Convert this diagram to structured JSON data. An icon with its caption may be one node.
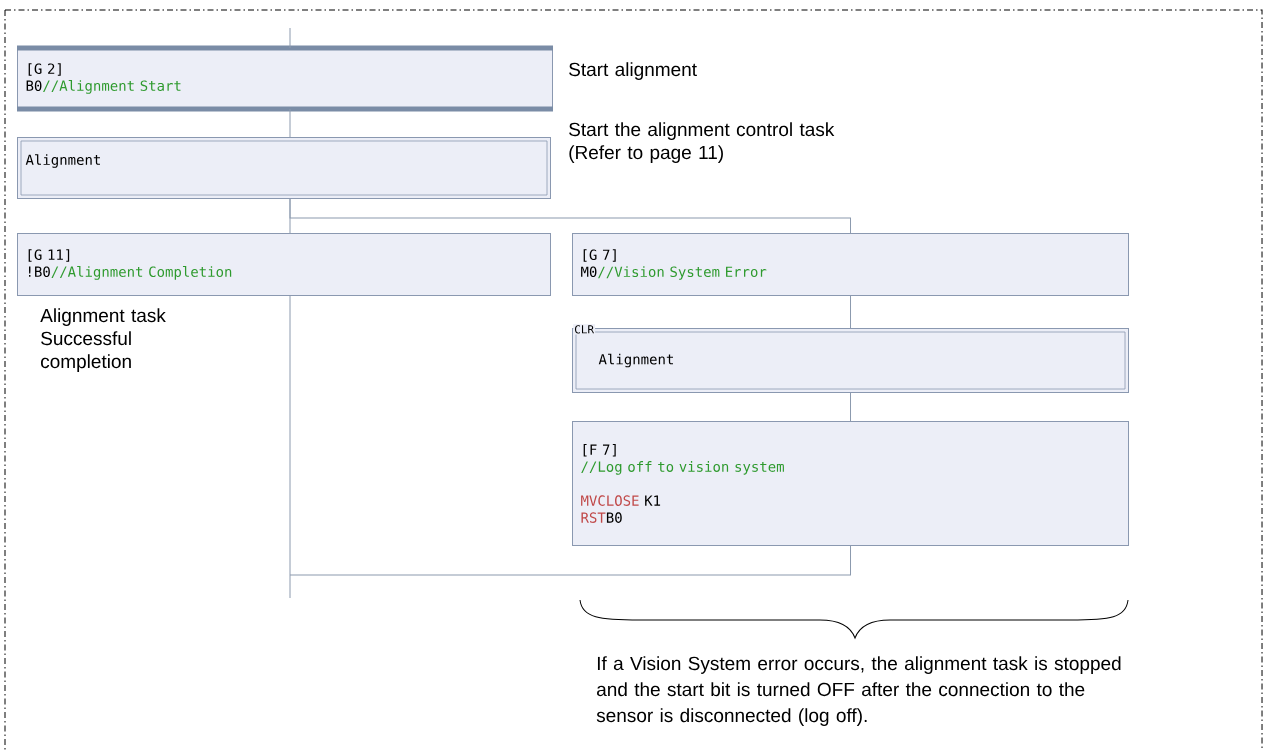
{
  "diagram": {
    "nodes": [
      {
        "text": [
          "[G 2]",
          "B0",
          "//Alignment Start"
        ],
        "beside": [
          "Start alignment"
        ]
      },
      {
        "text": [
          "Alignment"
        ],
        "beside": [
          "Start the alignment control task (Refer to page 11)"
        ]
      },
      {
        "text": [
          "[G 11]",
          "!B0",
          "//Alignment Completion"
        ],
        "beside": [
          "Alignment task Successful completion"
        ]
      },
      {
        "text": [
          "[G 7]",
          "M0",
          "//Vision System Error"
        ]
      },
      {
        "text": [
          "CLR",
          "Alignment"
        ]
      },
      {
        "text": [
          "[F 7]",
          "//Log off to vision system",
          "MVCLOSE",
          "K1",
          "RST",
          "B0"
        ]
      }
    ],
    "edges": [
      {
        "from": null,
        "to": 0,
        "arrow": "none"
      },
      {
        "from": 0,
        "to": 1,
        "arrow": "none"
      },
      {
        "from": 1,
        "to": 2,
        "arrow": "none"
      },
      {
        "from": 1,
        "to": 3,
        "arrow": "none"
      },
      {
        "from": 3,
        "to": 4,
        "arrow": "none"
      },
      {
        "from": 4,
        "to": 5,
        "arrow": "none"
      },
      {
        "from": 2,
        "to": null,
        "arrow": "none"
      },
      {
        "from": 5,
        "to": null,
        "arrow": "none"
      }
    ],
    "labels": [
      "If a Vision System error occurs, the alignment task is stopped and the start bit is turned OFF after the connection to the sensor is disconnected (log off)."
    ]
  }
}
